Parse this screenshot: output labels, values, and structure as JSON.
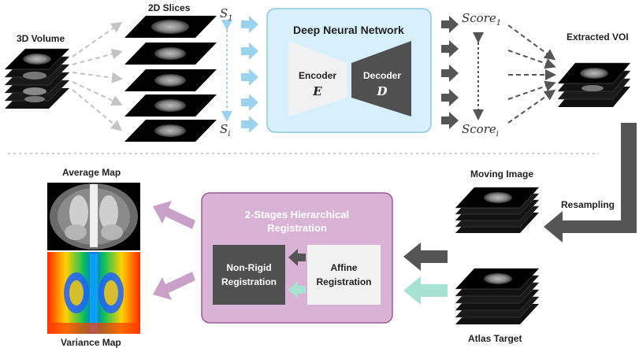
{
  "labels": {
    "volume_3d": "3D Volume",
    "slices_2d": "2D Slices",
    "extracted_voi": "Extracted VOI",
    "moving_image": "Moving Image",
    "resampling": "Resampling",
    "atlas_target": "Atlas Target",
    "average_map": "Average Map",
    "variance_map": "Variance Map"
  },
  "math": {
    "s": "S",
    "s_first_sub": "1",
    "s_last_sub": "i",
    "score": "Score",
    "score_first_sub": "1",
    "score_last_sub": "i"
  },
  "dnn": {
    "title": "Deep Neural Network",
    "encoder_label": "Encoder",
    "encoder_symbol": "E",
    "decoder_label": "Decoder",
    "decoder_symbol": "D"
  },
  "registration": {
    "title_line1": "2-Stages Hierarchical",
    "title_line2": "Registration",
    "nonrigid_line1": "Non-Rigid",
    "nonrigid_line2": "Registration",
    "affine_line1": "Affine",
    "affine_line2": "Registration"
  },
  "colors": {
    "light_blue_arrow": "#9bd3ee",
    "dnn_fill": "#d8f0fb",
    "dnn_border": "#8cc9e4",
    "reg_fill": "#d9b3d6",
    "reg_border": "#9b5e98",
    "purple_arrow": "#c9a0c7",
    "teal_arrow": "#a7e3d2",
    "dark_arrow": "#555555",
    "dark_box": "#505050",
    "light_box": "#f2f2f2"
  }
}
